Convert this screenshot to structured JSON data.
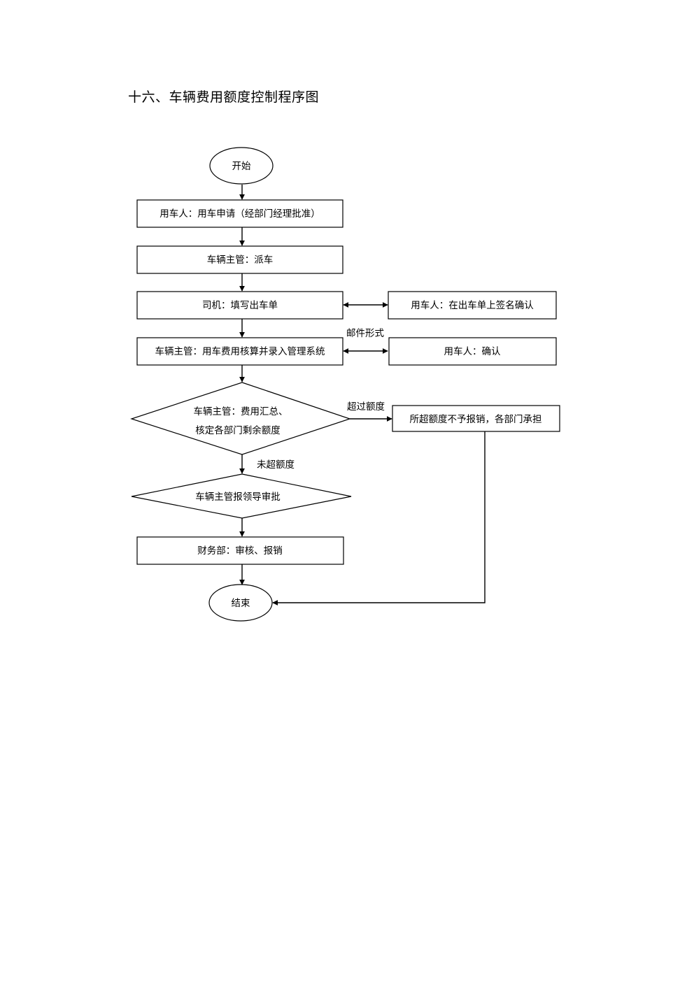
{
  "title": "十六、车辆费用额度控制程序图",
  "nodes": {
    "start": "开始",
    "apply": "用车人：用车申请（经部门经理批准）",
    "dispatch": "车辆主管：派车",
    "driver_fill": "司机：填写出车单",
    "user_sign": "用车人：在出车单上签名确认",
    "manager_calc": "车辆主管：用车费用核算并录入管理系统",
    "user_confirm": "用车人：确认",
    "decision_line1": "车辆主管：费用汇总、",
    "decision_line2": "核定各部门剩余额度",
    "exceed_result": "所超额度不予报销，各部门承担",
    "leader_approve": "车辆主管报领导审批",
    "finance": "财务部：审核、报销",
    "end": "结束"
  },
  "edge_labels": {
    "email_form": "邮件形式",
    "exceeded": "超过额度",
    "not_exceeded": "未超额度"
  }
}
